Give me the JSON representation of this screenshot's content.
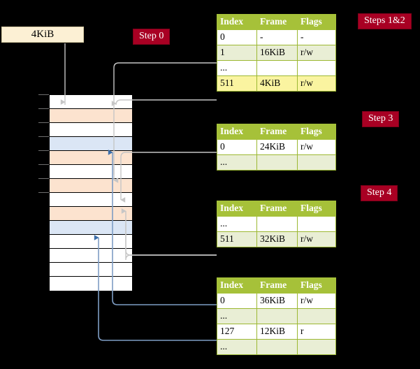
{
  "source_box": {
    "label": "4KiB"
  },
  "step_badges": [
    {
      "name": "step-0",
      "label": "Step 0"
    },
    {
      "name": "steps-1-and-2",
      "label": "Steps 1&2"
    },
    {
      "name": "step-3",
      "label": "Step 3"
    },
    {
      "name": "step-4",
      "label": "Step 4"
    }
  ],
  "memory_column": {
    "rows": [
      {
        "fill": "white"
      },
      {
        "fill": "orange"
      },
      {
        "fill": "white"
      },
      {
        "fill": "blue"
      },
      {
        "fill": "orange"
      },
      {
        "fill": "white"
      },
      {
        "fill": "orange"
      },
      {
        "fill": "white"
      },
      {
        "fill": "orange"
      },
      {
        "fill": "blue"
      },
      {
        "fill": "white"
      },
      {
        "fill": "white"
      },
      {
        "fill": "white"
      },
      {
        "fill": "white"
      }
    ]
  },
  "tables": [
    {
      "name": "page-table-1",
      "headers": [
        "Index",
        "Frame",
        "Flags"
      ],
      "rows": [
        {
          "style": "plain",
          "cells": [
            "0",
            "-",
            "-"
          ]
        },
        {
          "style": "alt",
          "cells": [
            "1",
            "16KiB",
            "r/w"
          ]
        },
        {
          "style": "plain",
          "cells": [
            "...",
            "",
            ""
          ]
        },
        {
          "style": "hl",
          "cells": [
            "511",
            "4KiB",
            "r/w"
          ]
        }
      ]
    },
    {
      "name": "page-table-2",
      "headers": [
        "Index",
        "Frame",
        "Flags"
      ],
      "rows": [
        {
          "style": "plain",
          "cells": [
            "0",
            "24KiB",
            "r/w"
          ]
        },
        {
          "style": "alt",
          "cells": [
            "...",
            "",
            ""
          ]
        }
      ]
    },
    {
      "name": "page-table-3",
      "headers": [
        "Index",
        "Frame",
        "Flags"
      ],
      "rows": [
        {
          "style": "plain",
          "cells": [
            "...",
            "",
            ""
          ]
        },
        {
          "style": "alt",
          "cells": [
            "511",
            "32KiB",
            "r/w"
          ]
        }
      ]
    },
    {
      "name": "page-table-4",
      "headers": [
        "Index",
        "Frame",
        "Flags"
      ],
      "rows": [
        {
          "style": "plain",
          "cells": [
            "0",
            "36KiB",
            "r/w"
          ]
        },
        {
          "style": "alt",
          "cells": [
            "...",
            "",
            ""
          ]
        },
        {
          "style": "plain",
          "cells": [
            "127",
            "12KiB",
            "r"
          ]
        },
        {
          "style": "alt",
          "cells": [
            "...",
            "",
            ""
          ]
        }
      ]
    }
  ],
  "colors": {
    "background": "#000000",
    "badge": "#a80023",
    "table_header": "#a6c139",
    "table_alt_row": "#e9eed5",
    "table_highlight_row": "#faf4a0",
    "source_box": "#fcf0d4",
    "mem_orange": "#fce3cf",
    "mem_blue": "#dbe6f5",
    "wire_gray": "#b7b7b7",
    "wire_blue": "#7e9dc4"
  }
}
